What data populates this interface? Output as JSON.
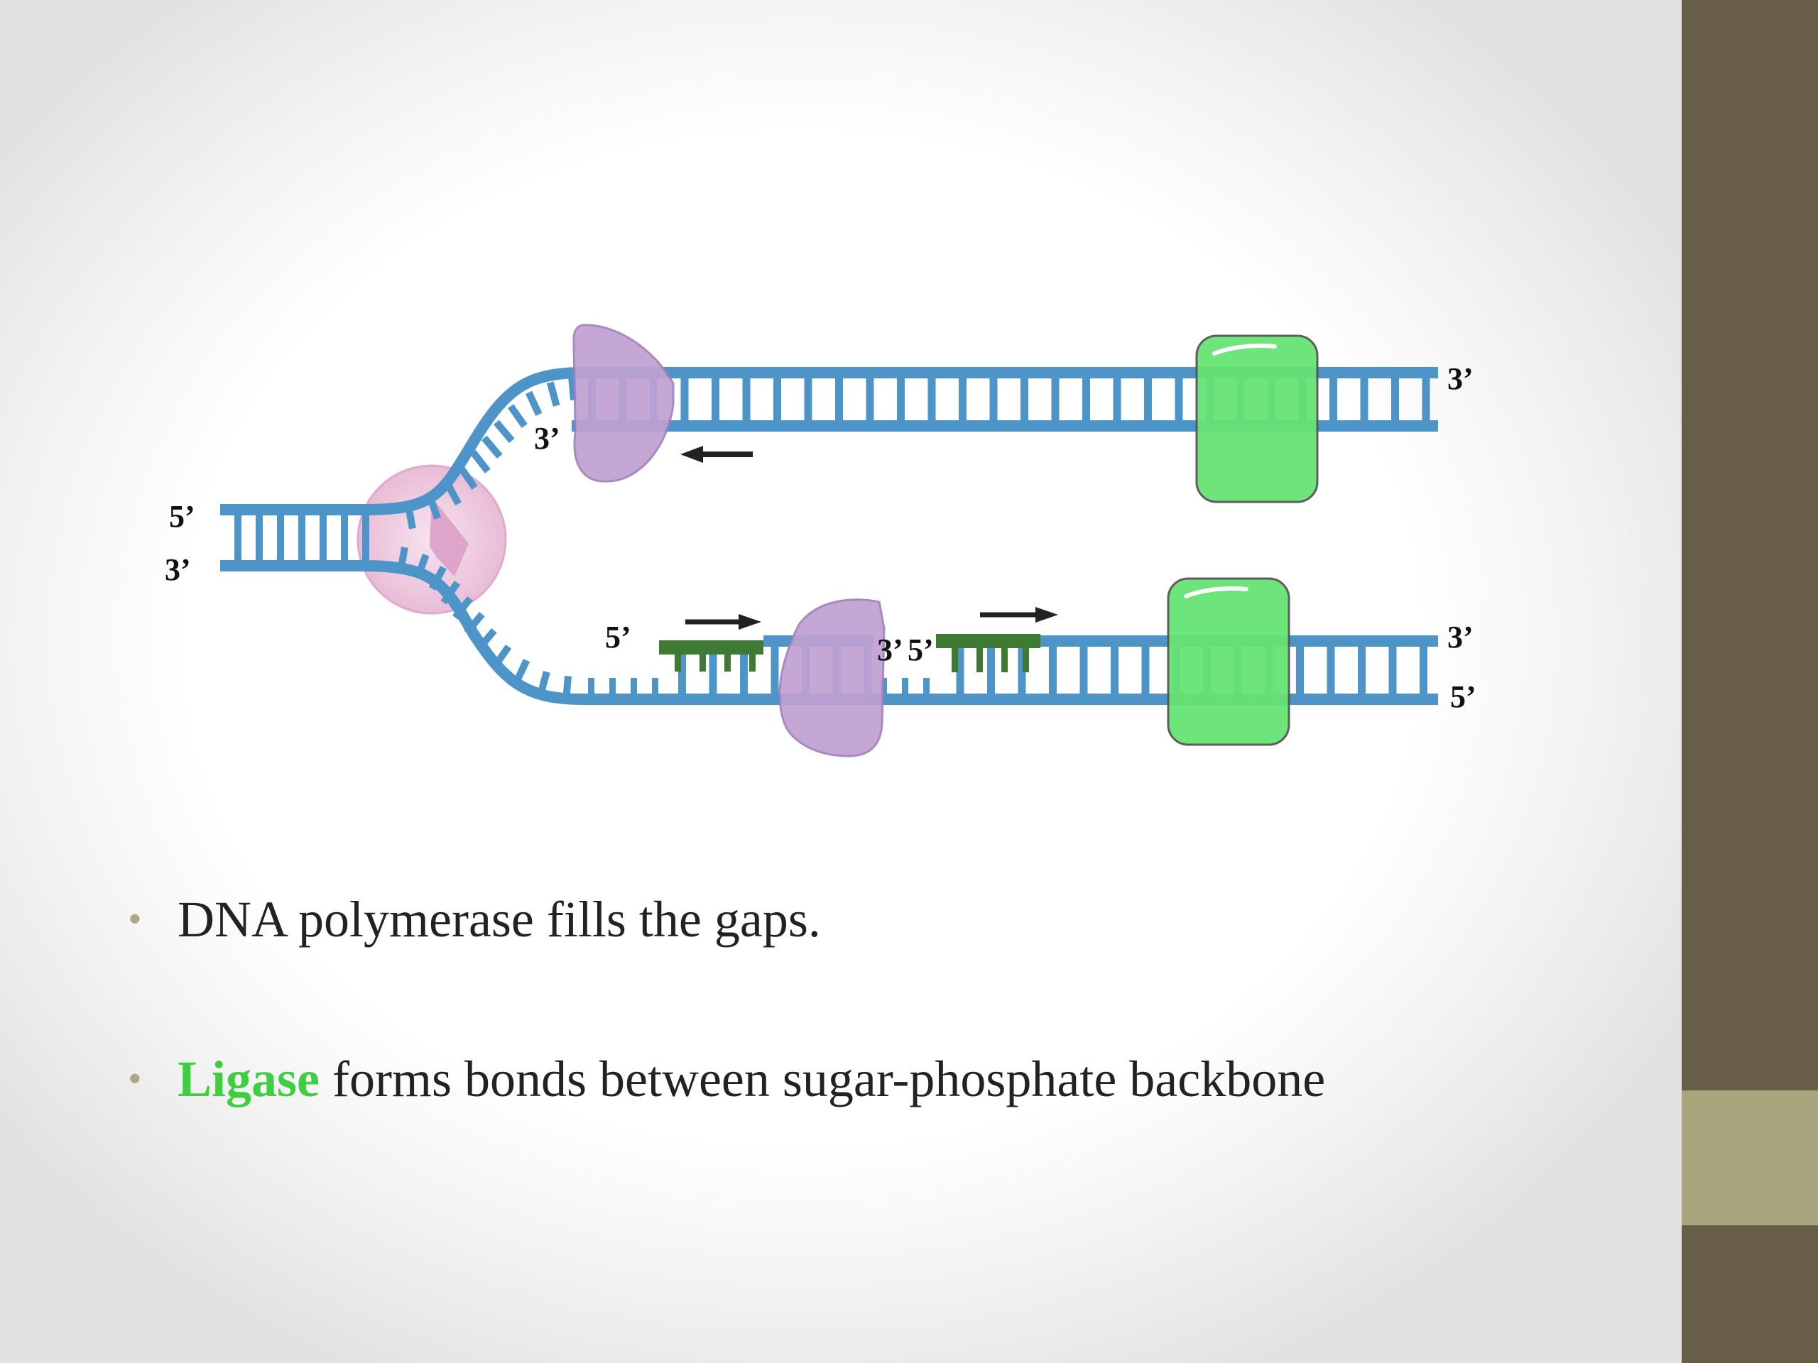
{
  "diagram": {
    "labels": {
      "left_top": "5’",
      "left_bottom": "3’",
      "leading_primer_end": "3’",
      "upper_right": "3’",
      "lagging_5prime": "5’",
      "lagging_junction_3": "3’",
      "lagging_junction_5": "5’",
      "lower_right_top": "3’",
      "lower_right_bottom": "5’"
    },
    "colors": {
      "dna_strand": "#4d94c8",
      "rna_primer": "#3f7a35",
      "dna_polymerase": "#bfa0d2",
      "ligase_protein": "#66e474",
      "helicase": "#efc8e0"
    }
  },
  "bullets": [
    {
      "text": "DNA polymerase fills the gaps."
    },
    {
      "highlight": "Ligase",
      "text": " forms bonds between sugar-phosphate backbone"
    }
  ]
}
